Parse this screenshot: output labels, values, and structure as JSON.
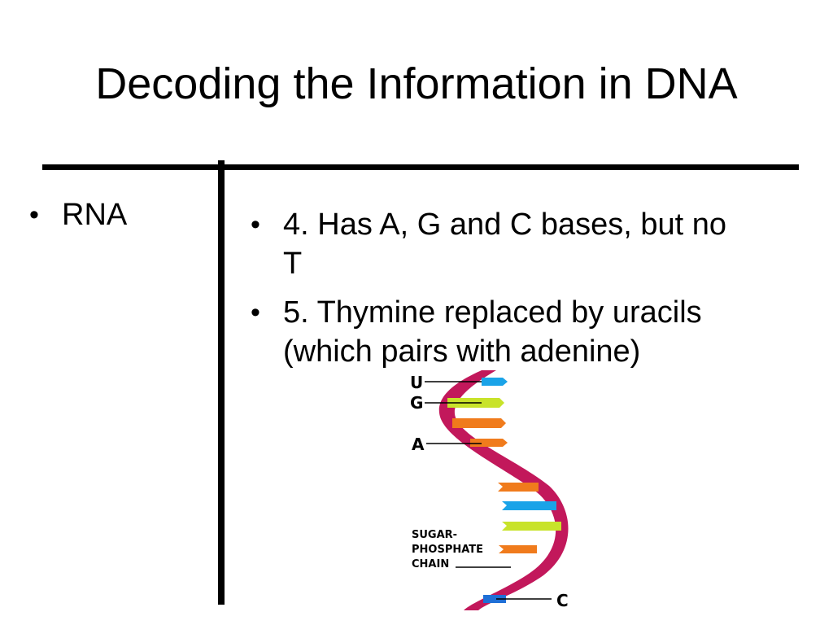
{
  "title": "Decoding the Information in DNA",
  "left_column": {
    "bullet": "•",
    "items": [
      "RNA"
    ]
  },
  "right_column": {
    "bullet": "•",
    "items": [
      "4.  Has A, G and C bases, but no T",
      "5.  Thymine replaced by uracils (which pairs with adenine)"
    ]
  },
  "figure": {
    "base_labels": [
      "U",
      "G",
      "A",
      "C"
    ],
    "chain_label_lines": [
      "SUGAR-",
      "PHOSPHATE",
      "CHAIN"
    ]
  },
  "colors": {
    "strand": "#c2185b",
    "uracil": "#1aa3e8",
    "guanine": "#c8e32a",
    "adenine": "#f07b1c",
    "cytosine": "#1f6fd6"
  }
}
